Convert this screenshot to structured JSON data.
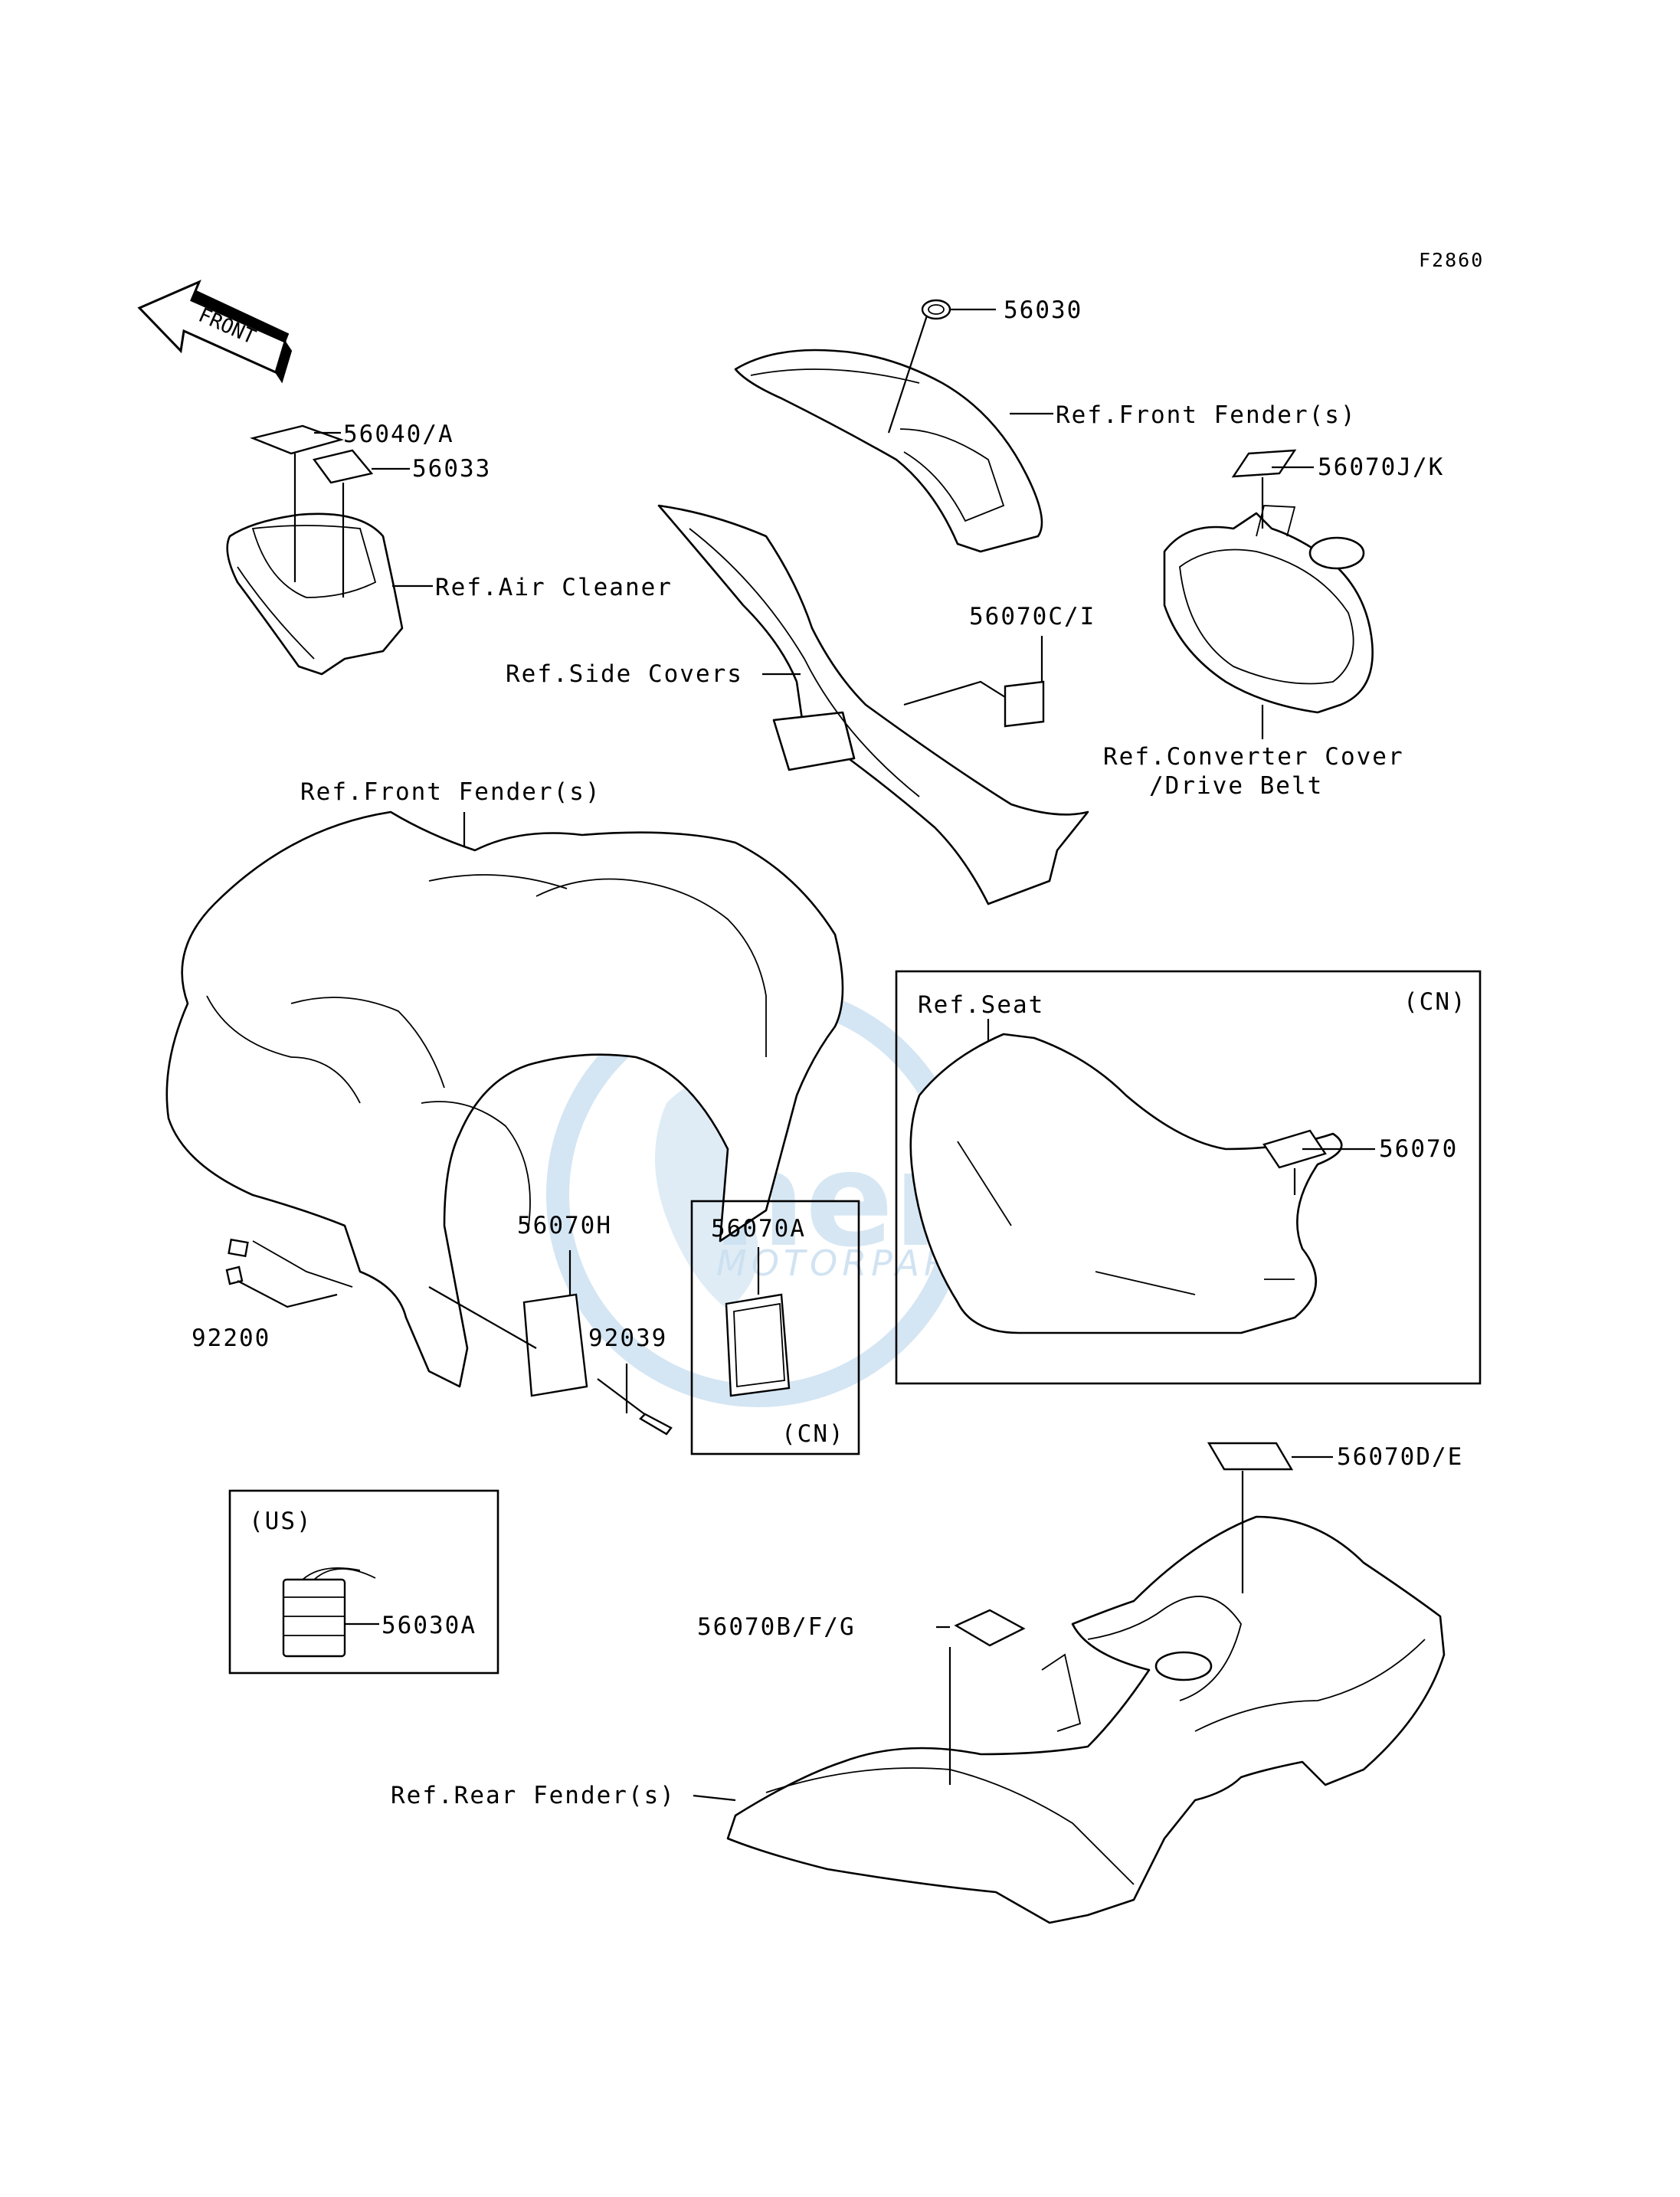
{
  "diagram_code": "F2860",
  "front_arrow": "FRONT",
  "watermark": {
    "brand": "nem",
    "sub": "MOTORPARTS",
    "color": "#c9dff0"
  },
  "labels": {
    "p56030": "56030",
    "ref_front_fender_top": "Ref.Front Fender(s)",
    "p56040a": "56040/A",
    "p56033": "56033",
    "ref_air_cleaner": "Ref.Air Cleaner",
    "p56070jk": "56070J/K",
    "p56070ci": "56070C/I",
    "ref_side_covers": "Ref.Side Covers",
    "ref_converter_cover": "Ref.Converter Cover",
    "drive_belt": "/Drive Belt",
    "ref_front_fender_main": "Ref.Front Fender(s)",
    "ref_seat": "Ref.Seat",
    "cn_seat": "(CN)",
    "p56070": "56070",
    "p56070h": "56070H",
    "p56070a": "56070A",
    "cn_box": "(CN)",
    "p92039": "92039",
    "p92200": "92200",
    "us_box": "(US)",
    "p56030a": "56030A",
    "p56070de": "56070D/E",
    "p56070bfg": "56070B/F/G",
    "ref_rear_fender": "Ref.Rear Fender(s)"
  }
}
